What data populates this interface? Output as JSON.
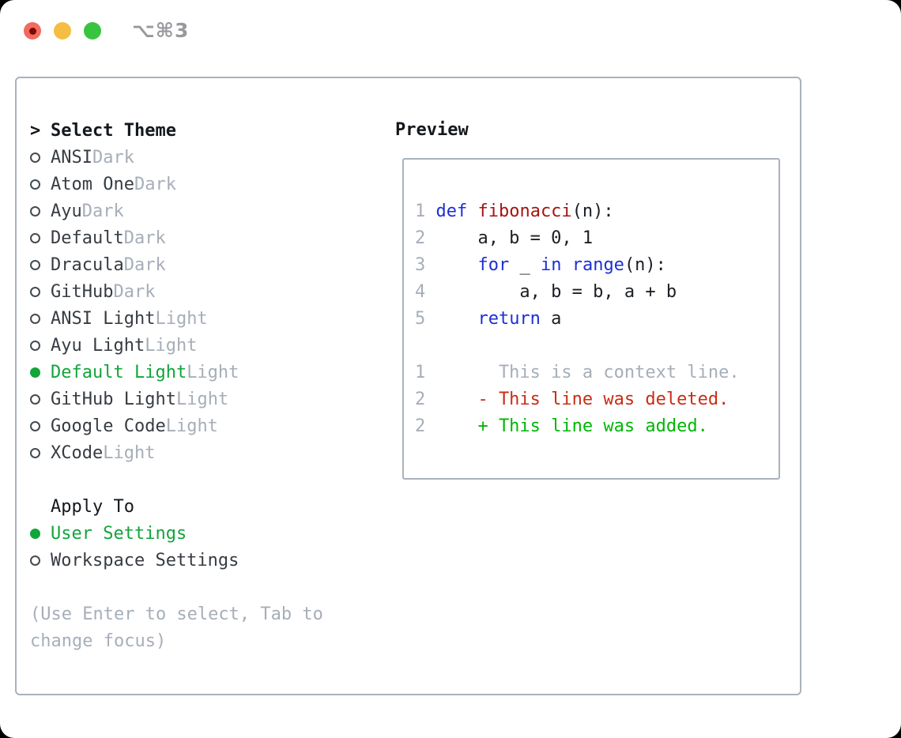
{
  "window": {
    "shortcut": "⌥⌘3"
  },
  "colors": {
    "heading": "#14181c",
    "text": "#373c42",
    "code": "#1b1f24",
    "muted": "#a6aeb9",
    "green": "#11a53a",
    "added_green": "#00b606",
    "deleted_red": "#ca2c14",
    "keyword_blue": "#1d2fd6",
    "function_red": "#a31512",
    "border_gray": "#a9b2bc"
  },
  "theme_picker": {
    "prompt": ">",
    "title": "Select Theme",
    "items": [
      {
        "label": "ANSI",
        "variant": "Dark",
        "selected": false
      },
      {
        "label": "Atom One",
        "variant": "Dark",
        "selected": false
      },
      {
        "label": "Ayu",
        "variant": "Dark",
        "selected": false
      },
      {
        "label": "Default",
        "variant": "Dark",
        "selected": false
      },
      {
        "label": "Dracula",
        "variant": "Dark",
        "selected": false
      },
      {
        "label": "GitHub",
        "variant": "Dark",
        "selected": false
      },
      {
        "label": "ANSI Light",
        "variant": "Light",
        "selected": false
      },
      {
        "label": "Ayu Light",
        "variant": "Light",
        "selected": false
      },
      {
        "label": "Default Light",
        "variant": "Light",
        "selected": true
      },
      {
        "label": "GitHub Light",
        "variant": "Light",
        "selected": false
      },
      {
        "label": "Google Code",
        "variant": "Light",
        "selected": false
      },
      {
        "label": "XCode",
        "variant": "Light",
        "selected": false
      }
    ],
    "apply_to": {
      "title": "Apply To",
      "options": [
        {
          "label": "User Settings",
          "selected": true
        },
        {
          "label": "Workspace Settings",
          "selected": false
        }
      ]
    },
    "help_lines": [
      "(Use Enter to select, Tab to",
      "change focus)"
    ]
  },
  "preview": {
    "title": "Preview",
    "lines": [
      {
        "num": "1",
        "tokens": [
          {
            "text": "def",
            "style": "kw"
          },
          {
            "text": " ",
            "style": "plain"
          },
          {
            "text": "fibonacci",
            "style": "fn"
          },
          {
            "text": "(n):",
            "style": "plain"
          }
        ]
      },
      {
        "num": "2",
        "tokens": [
          {
            "text": "    a, b = 0, 1",
            "style": "plain"
          }
        ]
      },
      {
        "num": "3",
        "tokens": [
          {
            "text": "    ",
            "style": "plain"
          },
          {
            "text": "for",
            "style": "kw"
          },
          {
            "text": " _ ",
            "style": "plain"
          },
          {
            "text": "in",
            "style": "kw"
          },
          {
            "text": " ",
            "style": "plain"
          },
          {
            "text": "range",
            "style": "kw"
          },
          {
            "text": "(n):",
            "style": "plain"
          }
        ]
      },
      {
        "num": "4",
        "tokens": [
          {
            "text": "        a, b = b, a + b",
            "style": "plain"
          }
        ]
      },
      {
        "num": "5",
        "tokens": [
          {
            "text": "    ",
            "style": "plain"
          },
          {
            "text": "return",
            "style": "kw"
          },
          {
            "text": " a",
            "style": "plain"
          }
        ]
      },
      {
        "num": "",
        "tokens": []
      },
      {
        "num": "1",
        "tokens": [
          {
            "text": "      This is a context line.",
            "style": "ctx"
          }
        ]
      },
      {
        "num": "2",
        "tokens": [
          {
            "text": "    - This line was deleted.",
            "style": "del"
          }
        ]
      },
      {
        "num": "2",
        "tokens": [
          {
            "text": "    + This line was added.",
            "style": "add"
          }
        ]
      }
    ]
  }
}
